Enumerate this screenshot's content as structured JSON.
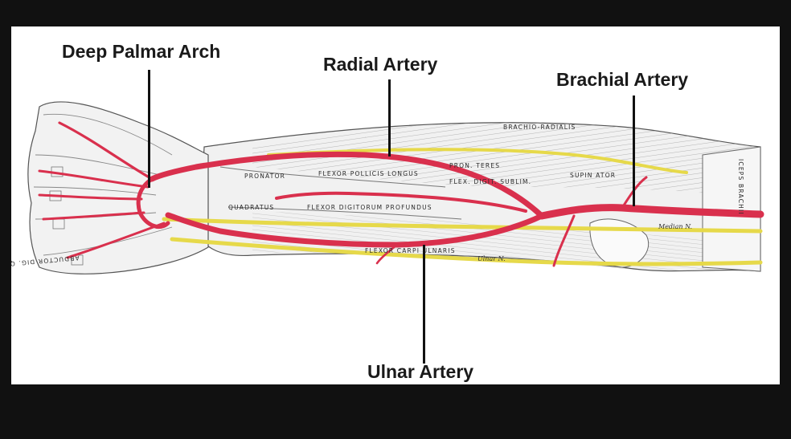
{
  "callouts": {
    "deep_palmar_arch": "Deep Palmar Arch",
    "radial_artery": "Radial Artery",
    "brachial_artery": "Brachial Artery",
    "ulnar_artery": "Ulnar Artery"
  },
  "plate_labels": {
    "brachio_radialis": "BRACHIO-RADIALIS",
    "flexor_pollicis_longus": "FLEXOR POLLICIS LONGUS",
    "pronator": "PRONATOR",
    "pron_teres": "PRON. TERES",
    "flex_digit_sublim": "FLEX. DIGIT. SUBLIM.",
    "supinator": "SUPIN ATOR",
    "quadratus": "QUADRATUS",
    "flexor_digitorum_profundus": "FLEXOR DIGITORUM PROFUNDUS",
    "flexor_carpi_ulnaris": "FLEXOR CARPI ULNARIS",
    "biceps": "ICEPS BRACHII",
    "median_n": "Median N.",
    "ulnar_n": "Ulnar N.",
    "abductor": "ABDUCTOR DIG. QUIN."
  },
  "colors": {
    "artery": "#d9304d",
    "nerve": "#e6d94a",
    "muscle_line": "#9a9a9a",
    "background": "#111111",
    "panel": "#ffffff"
  }
}
